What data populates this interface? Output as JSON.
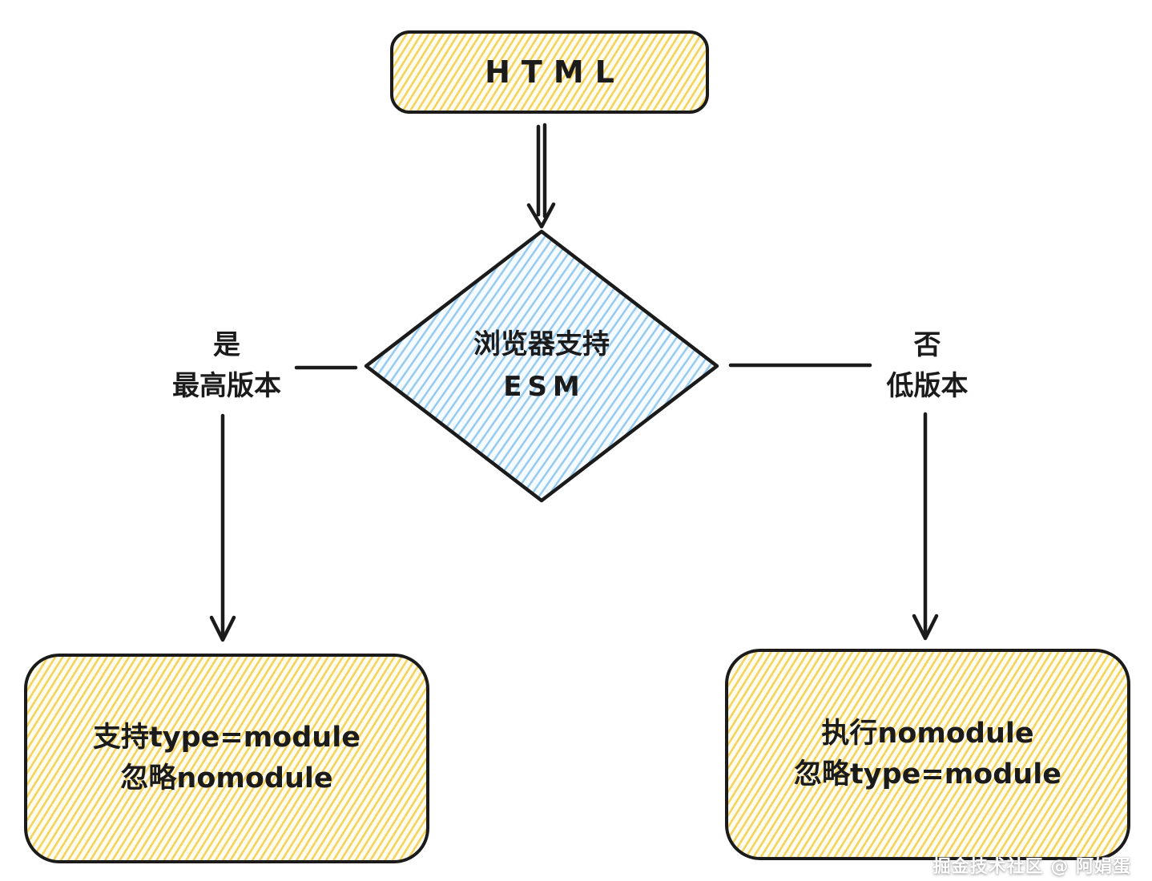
{
  "title": "ESM 浏览器支持流程图",
  "nodes": {
    "html": {
      "label": "HTML"
    },
    "decision": {
      "line1": "浏览器支持",
      "line2": "ESM"
    },
    "result_left": {
      "line1": "支持type=module",
      "line2": "忽略nomodule"
    },
    "result_right": {
      "line1": "执行nomodule",
      "line2": "忽略type=module"
    }
  },
  "edge_labels": {
    "yes": {
      "line1": "是",
      "line2": "最高版本"
    },
    "no": {
      "line1": "否",
      "line2": "低版本"
    }
  },
  "watermark": "掘金技术社区 @ 阿娟蛋",
  "colors": {
    "stroke": "#1b1b1b",
    "yellow_hatch": "#f6d35f",
    "blue_hatch": "#93c8ef"
  }
}
